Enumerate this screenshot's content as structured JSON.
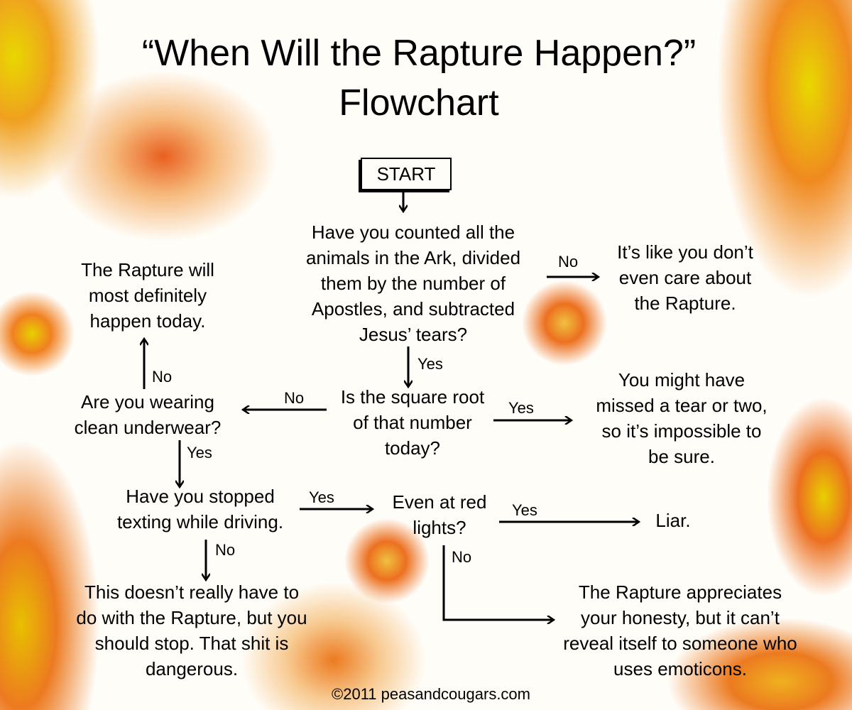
{
  "title": {
    "line1": "“When Will the Rapture Happen?”",
    "line2": "Flowchart"
  },
  "start": "START",
  "q1": [
    "Have you counted all the",
    "animals in the Ark, divided",
    "them by the number of",
    "Apostles, and subtracted",
    "Jesus’ tears?"
  ],
  "q1_no_result": [
    "It’s like you don’t",
    "even care about",
    "the Rapture."
  ],
  "q2": [
    "Is the square root",
    "of that number",
    "today?"
  ],
  "q2_yes_result": [
    "You might have",
    "missed a tear or two,",
    "so it’s impossible to",
    "be sure."
  ],
  "q3": [
    "Are you wearing",
    "clean underwear?"
  ],
  "q3_no_result": [
    "The Rapture will",
    "most definitely",
    "happen today."
  ],
  "q4": [
    "Have you stopped",
    "texting while driving."
  ],
  "q4_no_result": [
    "This doesn’t really have to",
    "do with the Rapture, but you",
    "should stop. That shit is",
    "dangerous."
  ],
  "q5": [
    "Even at red",
    "lights?"
  ],
  "q5_yes_result": [
    "Liar."
  ],
  "q5_no_result": [
    "The Rapture appreciates",
    "your honesty, but it can’t",
    "reveal itself to someone who",
    "uses emoticons."
  ],
  "labels": {
    "yes": "Yes",
    "no": "No"
  },
  "footer": "©2011 peasandcougars.com"
}
